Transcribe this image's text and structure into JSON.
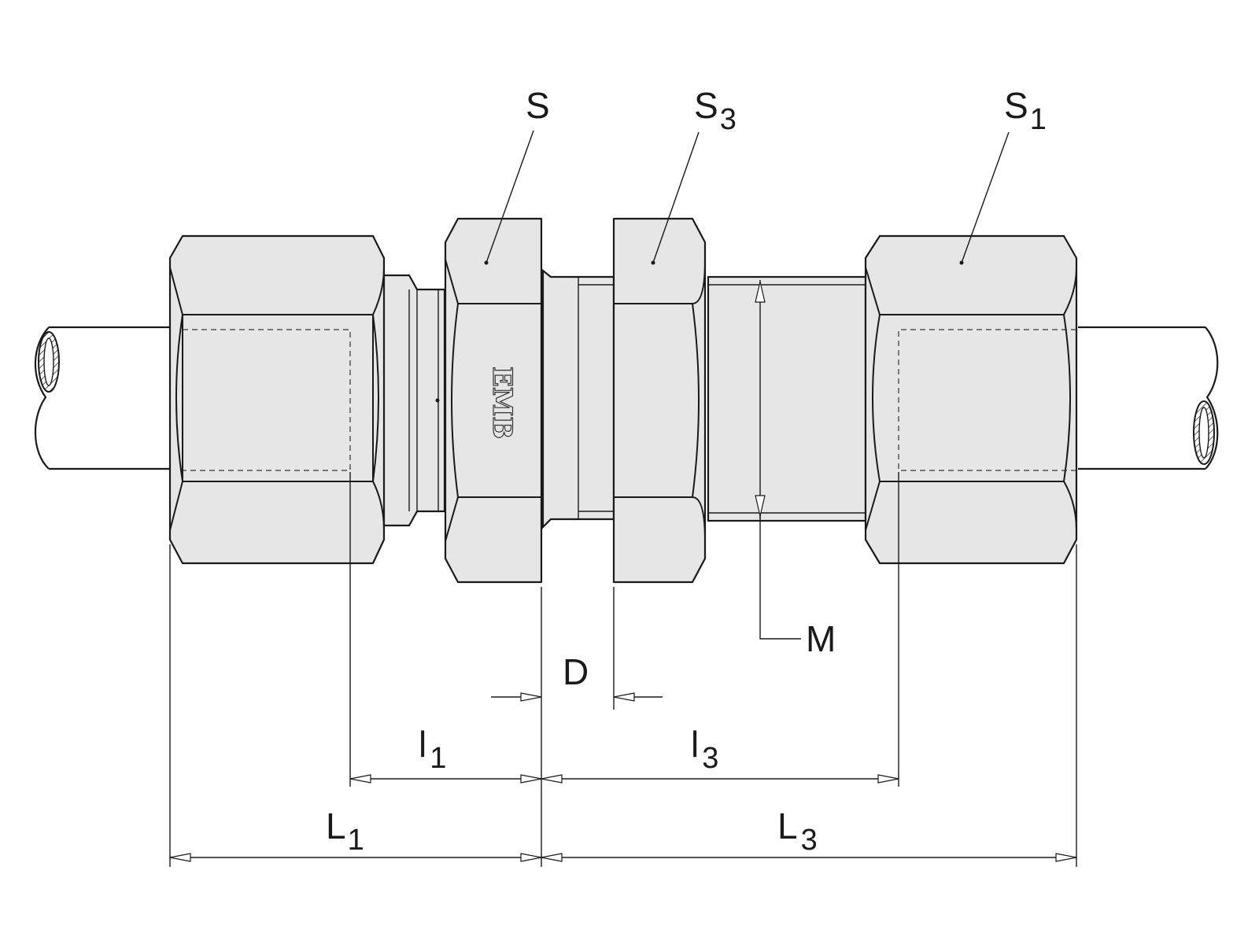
{
  "labels": {
    "S": {
      "main": "S",
      "sub": ""
    },
    "S3": {
      "main": "S",
      "sub": "3"
    },
    "S1": {
      "main": "S",
      "sub": "1"
    },
    "M": {
      "main": "M",
      "sub": ""
    },
    "D": {
      "main": "D",
      "sub": ""
    },
    "l1": {
      "main": "l",
      "sub": "1"
    },
    "l3": {
      "main": "l",
      "sub": "3"
    },
    "L1": {
      "main": "L",
      "sub": "1"
    },
    "L3": {
      "main": "L",
      "sub": "3"
    }
  },
  "logo": "EMB",
  "colors": {
    "body_fill": "#e6e6e6",
    "line": "#1a1a1a",
    "background": "#ffffff"
  }
}
